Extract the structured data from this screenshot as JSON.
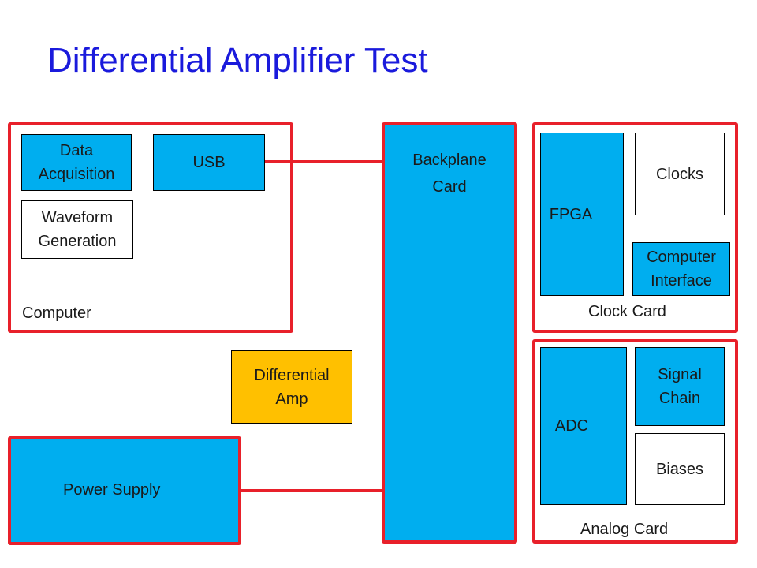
{
  "title": "Differential Amplifier Test",
  "colors": {
    "group_border": "#e8202a",
    "block_blue": "#00aeef",
    "block_yellow": "#ffc000",
    "title_blue": "#1a1adc"
  },
  "groups": {
    "computer": "Computer",
    "backplane": "Backplane\nCard",
    "clock_card": "Clock Card",
    "analog_card": "Analog Card",
    "power_supply": "Power Supply"
  },
  "blocks": {
    "data_acquisition": "Data\nAcquisition",
    "usb": "USB",
    "waveform_generation": "Waveform\nGeneration",
    "fpga": "FPGA",
    "clocks": "Clocks",
    "computer_interface": "Computer\nInterface",
    "differential_amp": "Differential\nAmp",
    "adc": "ADC",
    "signal_chain": "Signal\nChain",
    "biases": "Biases"
  }
}
